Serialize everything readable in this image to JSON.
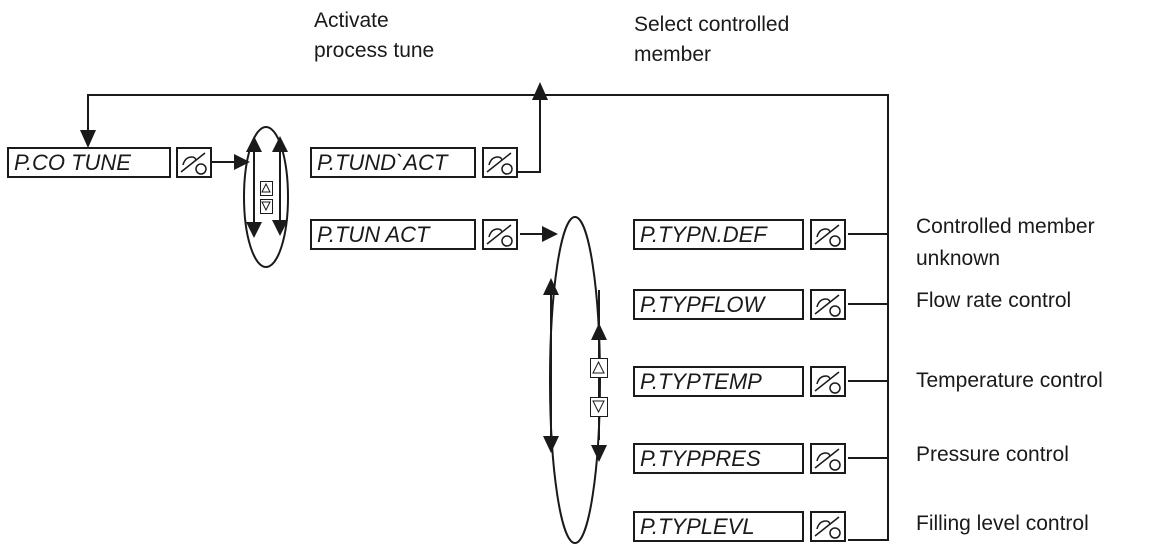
{
  "headings": {
    "activate_line1": "Activate",
    "activate_line2": "process tune",
    "select_line1": "Select controlled",
    "select_line2": "member"
  },
  "menu": {
    "root": "P.CO TUNE",
    "tune_deactivated": "P.TUND`ACT",
    "tune_activated": "P.TUN ACT"
  },
  "types": [
    {
      "code": "P.TYPN.DEF",
      "desc_line1": "Controlled member",
      "desc_line2": "unknown"
    },
    {
      "code": "P.TYPFLOW",
      "desc_line1": "Flow rate control"
    },
    {
      "code": "P.TYPTEMP",
      "desc_line1": "Temperature control"
    },
    {
      "code": "P.TYPPRES",
      "desc_line1": "Pressure control"
    },
    {
      "code": "P.TYPLEVL",
      "desc_line1": "Filling level control"
    }
  ],
  "icons": {
    "enter_key": "hand-magnifier-icon",
    "up_key": "up-triangle-icon",
    "down_key": "down-triangle-icon"
  },
  "colors": {
    "ink": "#1a1a1a",
    "background": "#ffffff"
  }
}
